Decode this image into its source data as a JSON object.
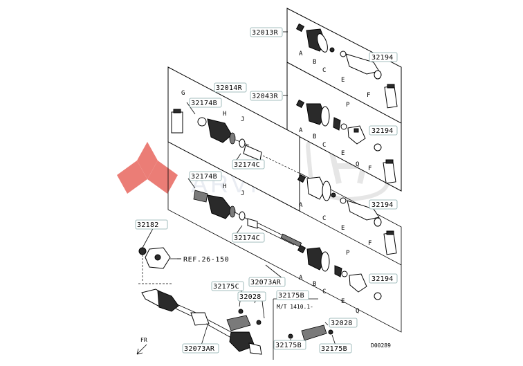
{
  "parts": {
    "p32013R": "32013R",
    "p32043R": "32043R",
    "p32014R": "32014R",
    "p32174B_top": "32174B",
    "p32174B_mid": "32174B",
    "p32174C_top": "32174C",
    "p32174C_mid": "32174C",
    "p32194_1": "32194",
    "p32194_2": "32194",
    "p32194_3": "32194",
    "p32194_4": "32194",
    "p32182": "32182",
    "p32073AR_mid": "32073AR",
    "p32073AR_bottom": "32073AR",
    "p32175C": "32175C",
    "p32028_left": "32028",
    "p32028_right": "32028",
    "p32175B_top": "32175B",
    "p32175B_left": "32175B",
    "p32175B_right": "32175B"
  },
  "letters": {
    "A": "A",
    "B": "B",
    "C": "C",
    "E": "E",
    "F": "F",
    "G": "G",
    "H": "H",
    "J": "J",
    "P": "P",
    "Q": "Q"
  },
  "notes": {
    "ref": "REF.26-150",
    "mt": "M/T  1410.1-",
    "fr": "FR",
    "code": "D00289"
  },
  "watermark": {
    "text": "ARVIFT",
    "red": "#e0483f",
    "grey": "#c9c9c9"
  }
}
